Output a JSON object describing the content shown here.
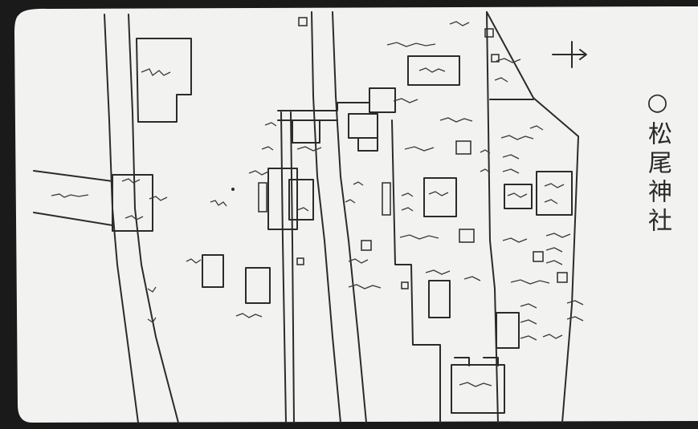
{
  "map": {
    "title": "○松尾神社",
    "paper_color": "#f2f2f0",
    "ink_color": "#2b2b2b",
    "background_color": "#1a1a1a",
    "symbols": [
      "compass-cross-icon",
      "building-outline",
      "road-line",
      "stream-line",
      "unreadable-handwritten-label"
    ]
  }
}
